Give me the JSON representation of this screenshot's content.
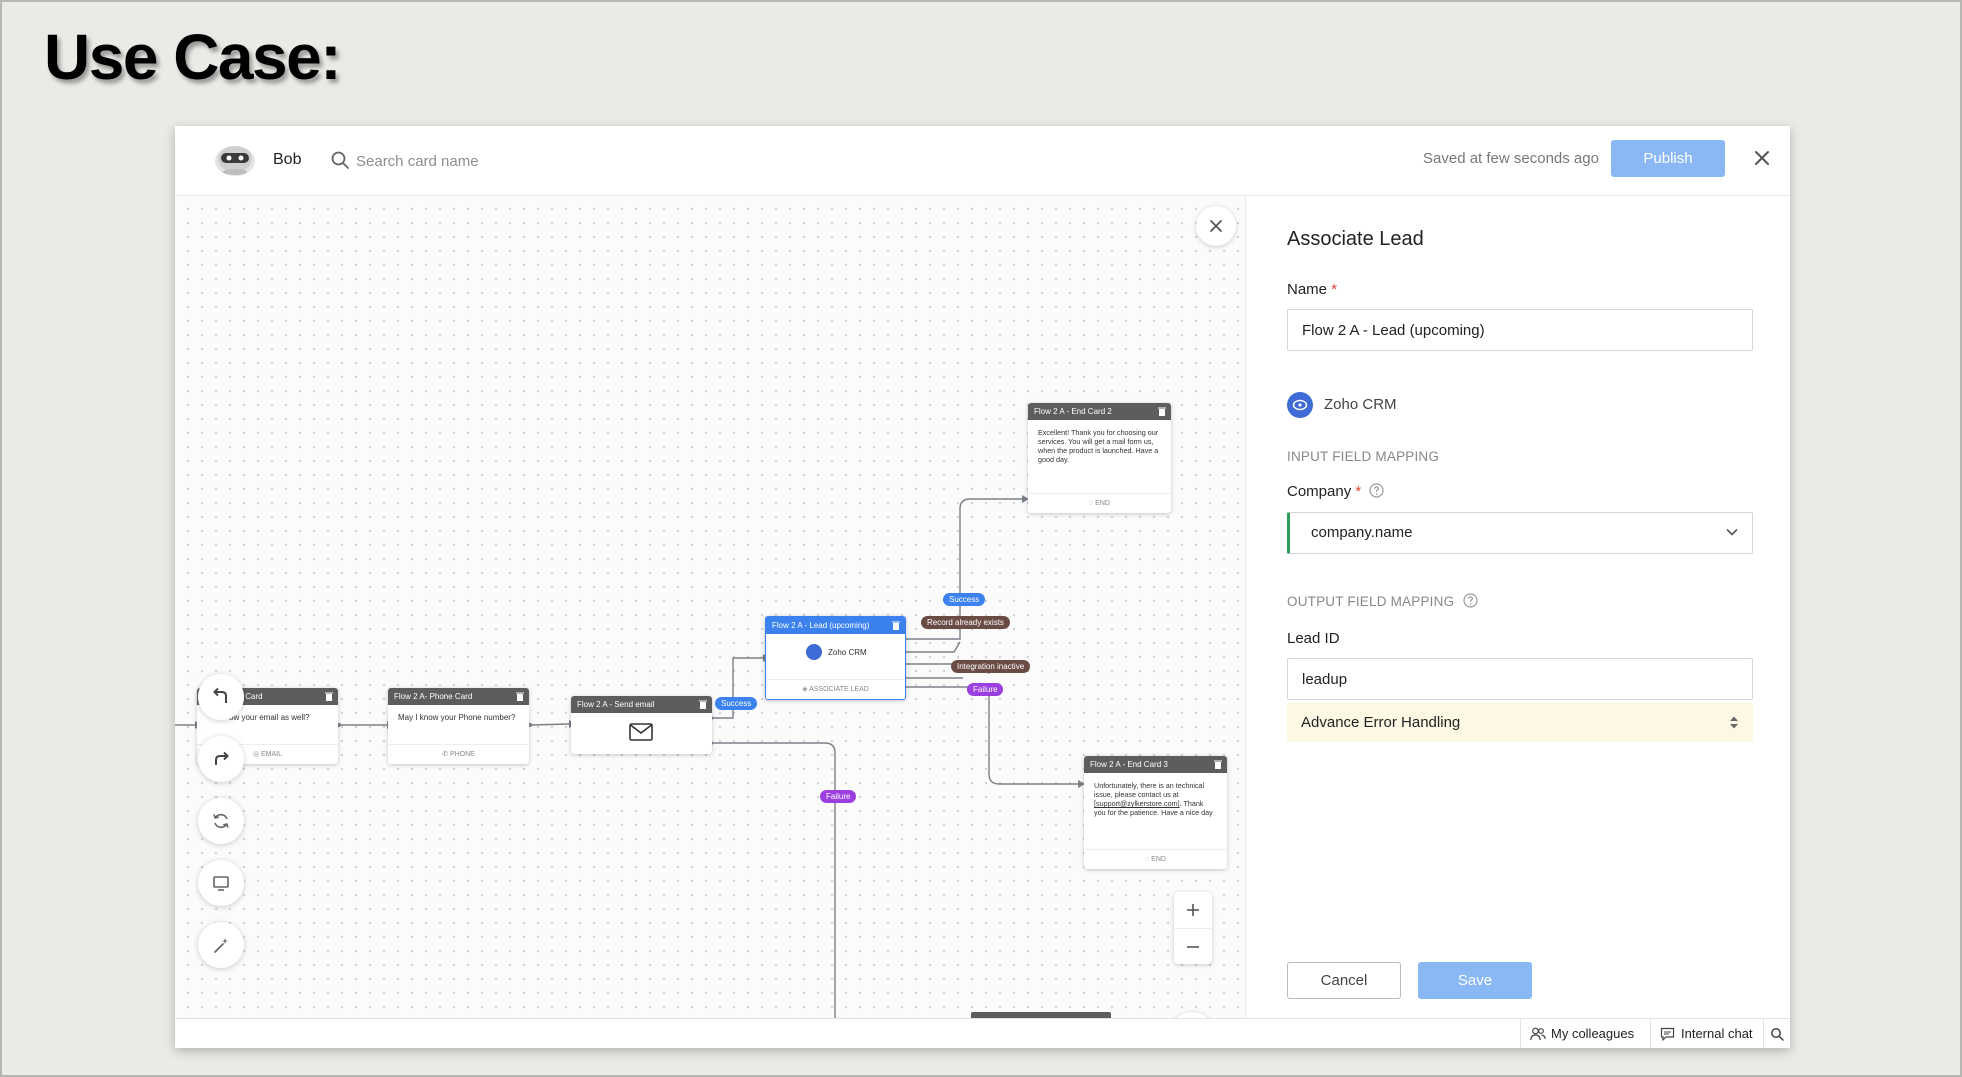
{
  "slide": {
    "title": "Use Case:"
  },
  "topbar": {
    "bot_name": "Bob",
    "search_placeholder": "Search card name",
    "saved_status": "Saved at few seconds ago",
    "publish_label": "Publish"
  },
  "canvas": {
    "cards": {
      "email": {
        "title": "ail Card",
        "body": "ow your email as well?",
        "footer": "EMAIL"
      },
      "phone": {
        "title": "Flow 2 A- Phone Card",
        "body": "May I know your Phone number?",
        "footer": "PHONE"
      },
      "send_email": {
        "title": "Flow 2 A - Send email"
      },
      "lead": {
        "title": "Flow 2 A - Lead (upcoming)",
        "body": "Zoho CRM",
        "footer": "ASSOCIATE LEAD"
      },
      "end2": {
        "title": "Flow 2 A - End Card 2",
        "body": "Excellent! Thank you for choosing our services. You will get a mail form us, when the product is launched. Have a good day.",
        "footer": "END"
      },
      "end3": {
        "title": "Flow 2 A - End Card 3",
        "body_pre": "Unfortunately, there is an technical issue, please contact us at ",
        "body_link": "[support@zylkerstore.com]",
        "body_post": ". Thank you for the patience. Have a nice day",
        "footer": "END"
      }
    },
    "badges": {
      "success_send": "Success",
      "success_lead": "Success",
      "record_exists": "Record already exists",
      "integration_inactive": "Integration inactive",
      "failure_lead": "Failure",
      "failure_send": "Failure"
    },
    "tools": [
      "undo-icon",
      "redo-icon",
      "refresh-icon",
      "monitor-icon",
      "magic-wand-icon"
    ]
  },
  "panel": {
    "title": "Associate Lead",
    "name_label": "Name",
    "required_mark": "*",
    "name_value": "Flow 2 A - Lead (upcoming)",
    "integration_name": "Zoho CRM",
    "input_mapping_label": "INPUT FIELD MAPPING",
    "company_label": "Company",
    "company_value": "company.name",
    "output_mapping_label": "OUTPUT FIELD MAPPING",
    "lead_id_label": "Lead ID",
    "lead_id_value": "leadup",
    "error_handling_label": "Advance Error Handling",
    "cancel_label": "Cancel",
    "save_label": "Save"
  },
  "statusbar": {
    "colleagues_label": "My colleagues",
    "chat_label": "Internal chat"
  },
  "colors": {
    "primary_disabled": "#89b8f4",
    "accent_blue": "#3b82ee",
    "failure_purple": "#9b3fe0",
    "badge_brown": "#6b4c44",
    "valid_green": "#2e9d5a"
  }
}
